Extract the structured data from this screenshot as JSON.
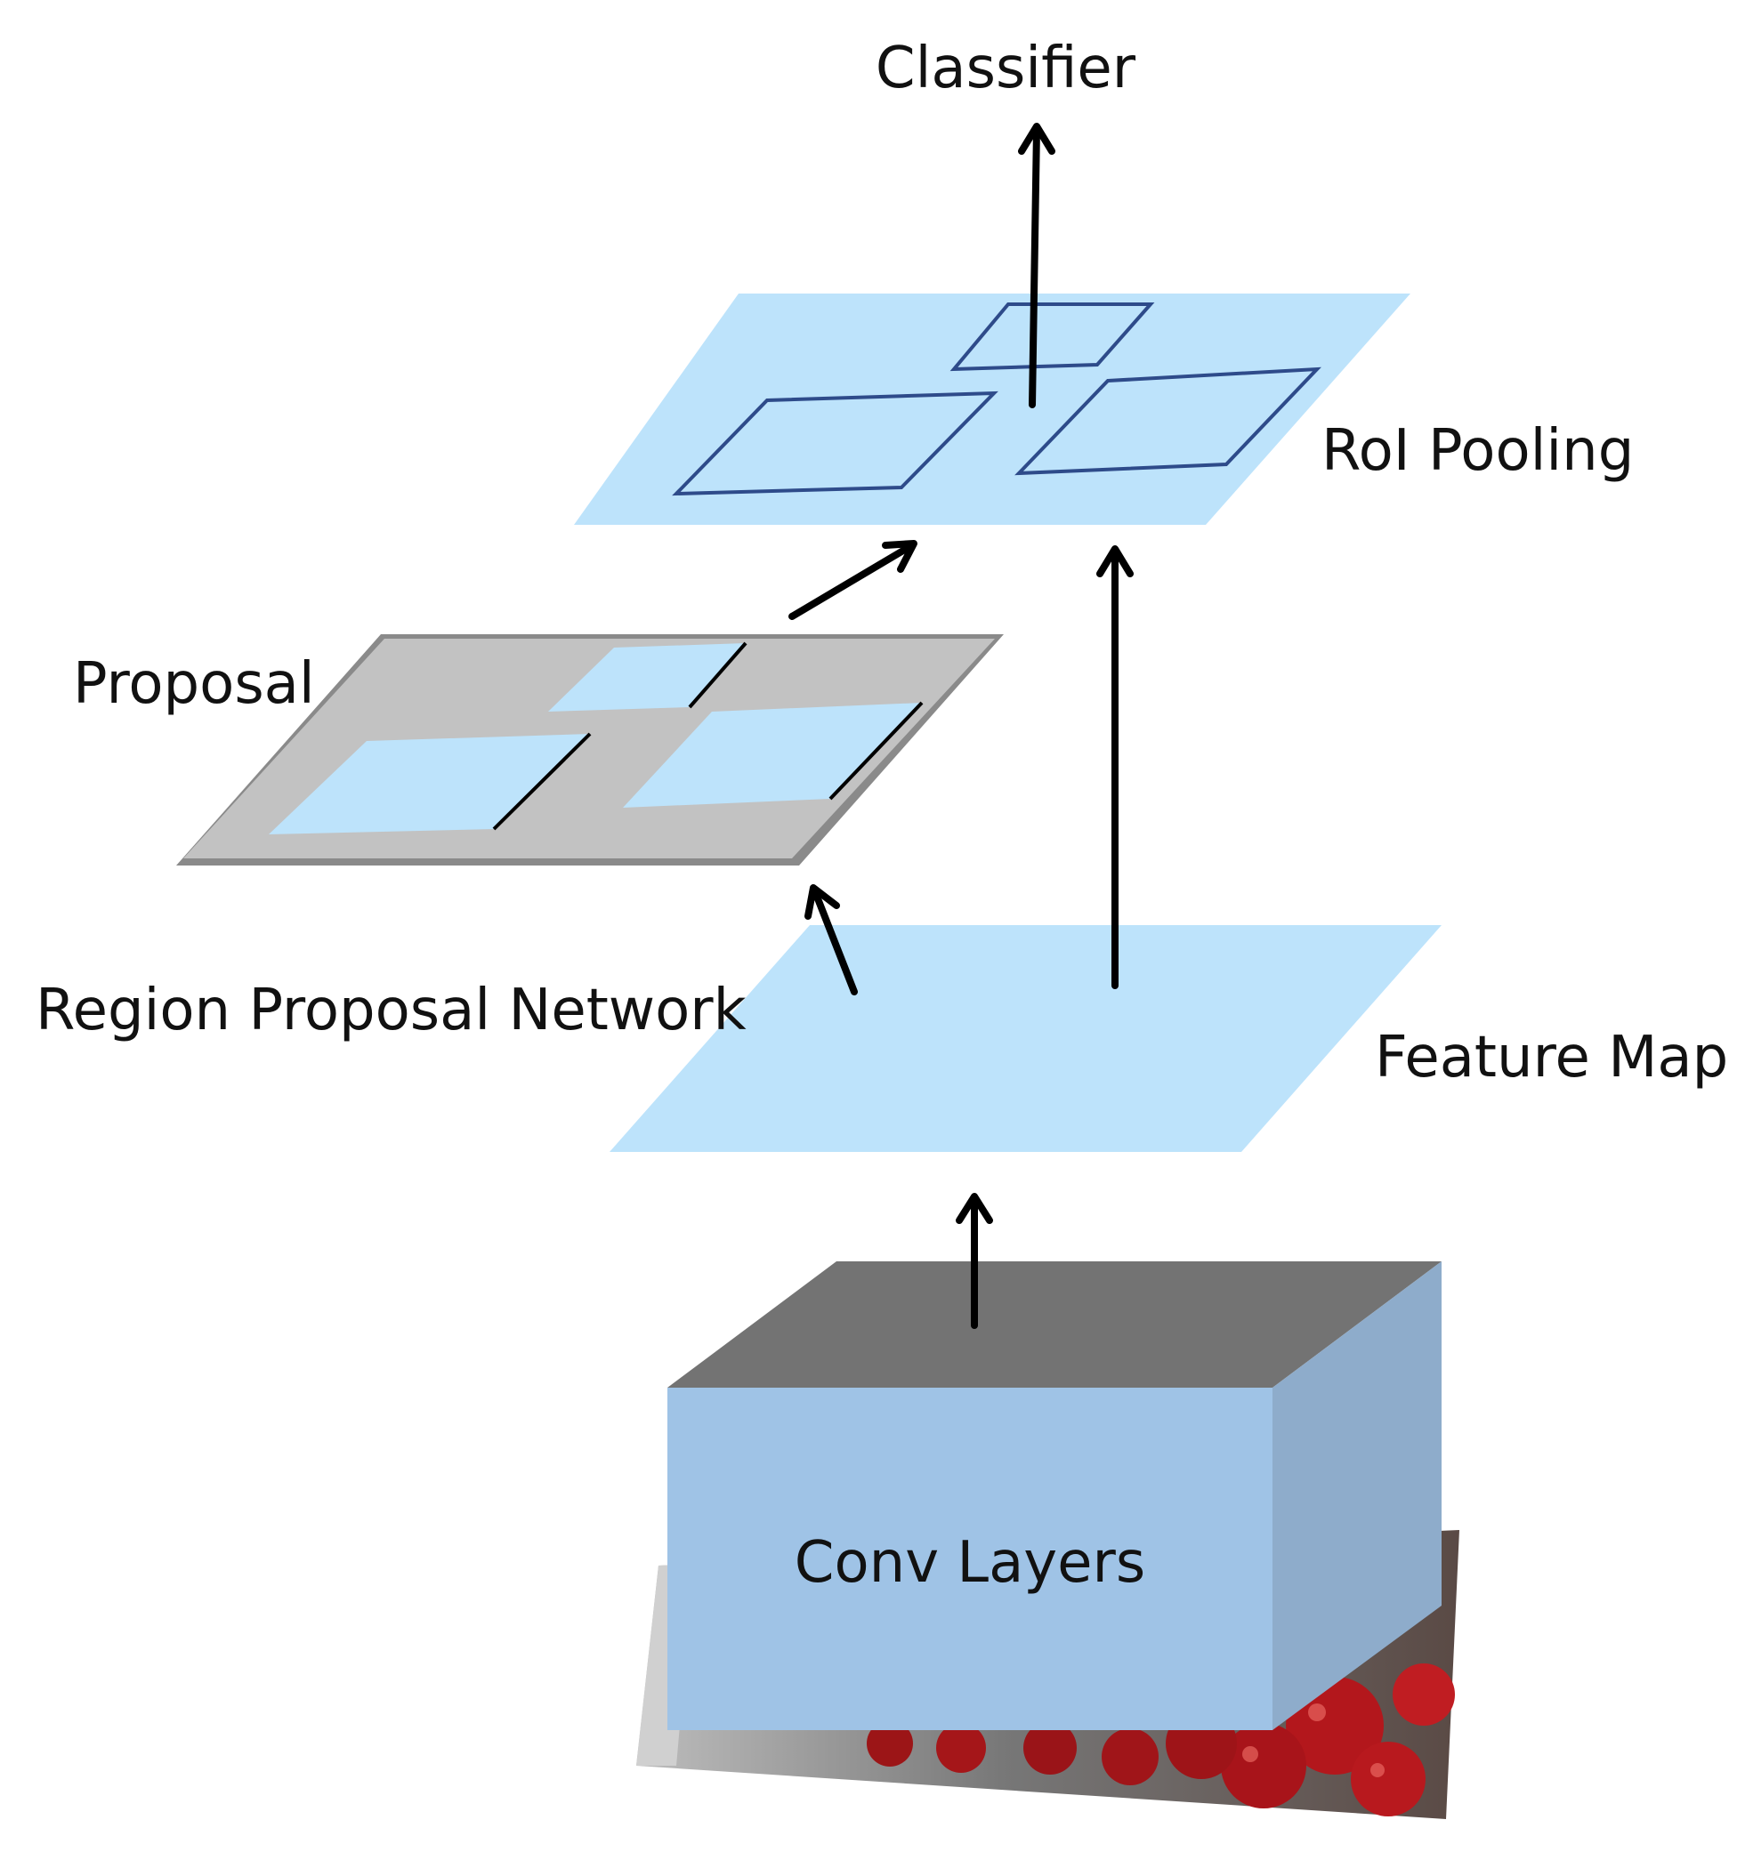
{
  "labels": {
    "classifier": "Classifier",
    "roi_pooling": "RoI Pooling",
    "proposal": "Proposal",
    "rpn": "Region Proposal Network",
    "feature_map": "Feature Map",
    "conv_layers": "Conv Layers"
  },
  "colors": {
    "plane_blue": "#bde3fb",
    "box_outline": "#2e4b8a",
    "proposal_gray": "#c2c2c2",
    "proposal_edge": "#8a8a8a",
    "conv_front": "#9fc3e6",
    "conv_side": "#8eaccb",
    "conv_top": "#737373",
    "arrow": "#000000"
  }
}
